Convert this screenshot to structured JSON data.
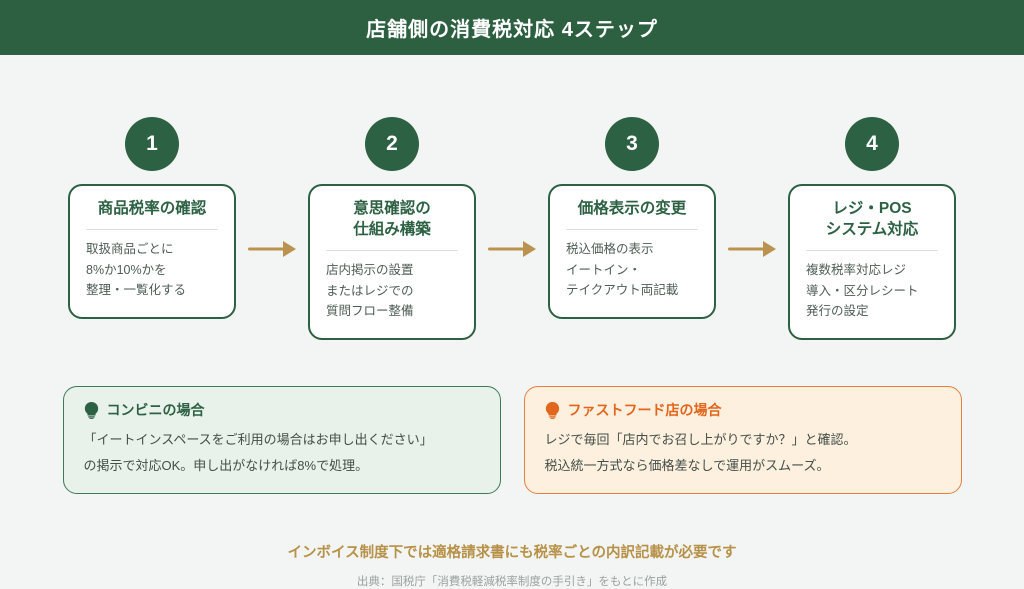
{
  "header": {
    "title": "店舗側の消費税対応 4ステップ"
  },
  "steps": [
    {
      "number": "1",
      "title": "商品税率の確認",
      "body": "取扱商品ごとに\n8%か10%かを\n整理・一覧化する"
    },
    {
      "number": "2",
      "title": "意思確認の\n仕組み構築",
      "body": "店内掲示の設置\nまたはレジでの\n質問フロー整備"
    },
    {
      "number": "3",
      "title": "価格表示の変更",
      "body": "税込価格の表示\nイートイン・\nテイクアウト両記載"
    },
    {
      "number": "4",
      "title": "レジ・POS\nシステム対応",
      "body": "複数税率対応レジ\n導入・区分レシート\n発行の設定"
    }
  ],
  "callouts": [
    {
      "icon": "lightbulb-icon",
      "title": "コンビニの場合",
      "body": "「イートインスペースをご利用の場合はお申し出ください」\nの掲示で対応OK。申し出がなければ8%で処理。"
    },
    {
      "icon": "lightbulb-icon",
      "title": "ファストフード店の場合",
      "body": "レジで毎回「店内でお召し上がりですか？」と確認。\n税込統一方式なら価格差なしで運用がスムーズ。"
    }
  ],
  "footer": {
    "note": "インボイス制度下では適格請求書にも税率ごとの内訳記載が必要です",
    "source": "出典：国税庁「消費税軽減税率制度の手引き」をもとに作成"
  },
  "colors": {
    "header_bg": "#2D5F41",
    "accent_green": "#2D6144",
    "arrow_gold": "#B9934F",
    "callout_green_bg": "#E8F2EA",
    "callout_green_border": "#3E7A58",
    "callout_orange_bg": "#FDF0DF",
    "callout_orange_border": "#E5813C",
    "callout_orange_title": "#E2661B",
    "footer_note_color": "#B79148",
    "page_bg": "#F2F5F3"
  }
}
